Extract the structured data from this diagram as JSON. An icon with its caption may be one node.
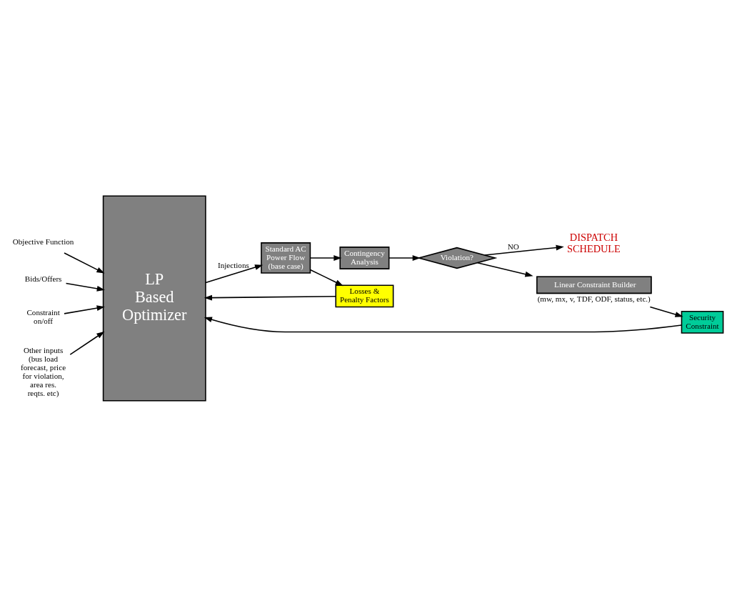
{
  "diagram": {
    "nodes": [
      {
        "text": [
          "Objective Function"
        ]
      },
      {
        "text": [
          "Bids/Offers"
        ]
      },
      {
        "text": [
          "LP Based Optimizer"
        ]
      },
      {
        "text": [
          "Constraint on/off"
        ]
      },
      {
        "text": [
          "Other inputs (bus load forecast, price for violation, area res. reqts. etc)"
        ]
      },
      {
        "text": [
          "Standard AC Power Flow (base case)"
        ]
      },
      {
        "text": [
          "Losses & Penalty Factors"
        ]
      },
      {
        "text": [
          "Security Constraint"
        ]
      },
      {
        "text": [
          "Contingency Analysis"
        ]
      },
      {
        "text": [
          "Violation?"
        ]
      },
      {
        "text": [
          "Linear Constraint Builder"
        ],
        "beside": [
          "(mw, mx, v, TDF, ODF, status, etc.)"
        ]
      },
      {
        "text": [
          "DISPATCH SCHEDULE"
        ]
      }
    ],
    "edges": [
      {
        "from": 0,
        "to": 2,
        "arrow": "to"
      },
      {
        "from": 1,
        "to": 2,
        "arrow": "to"
      },
      {
        "from": 3,
        "to": 2,
        "arrow": "to"
      },
      {
        "from": 4,
        "to": 2,
        "arrow": "to"
      },
      {
        "from": 2,
        "to": 5,
        "arrow": "to",
        "label": "Injections"
      },
      {
        "from": 5,
        "to": 6,
        "arrow": "to"
      },
      {
        "from": 6,
        "to": 2,
        "arrow": "to"
      },
      {
        "from": 7,
        "to": 2,
        "arrow": "to"
      },
      {
        "from": 5,
        "to": 8,
        "arrow": "to"
      },
      {
        "from": 8,
        "to": 9,
        "arrow": "to"
      },
      {
        "from": 9,
        "to": 10,
        "arrow": "to"
      },
      {
        "from": 10,
        "to": 7,
        "arrow": "to"
      },
      {
        "from": 9,
        "to": 11,
        "arrow": "to",
        "label": "NO"
      }
    ]
  }
}
